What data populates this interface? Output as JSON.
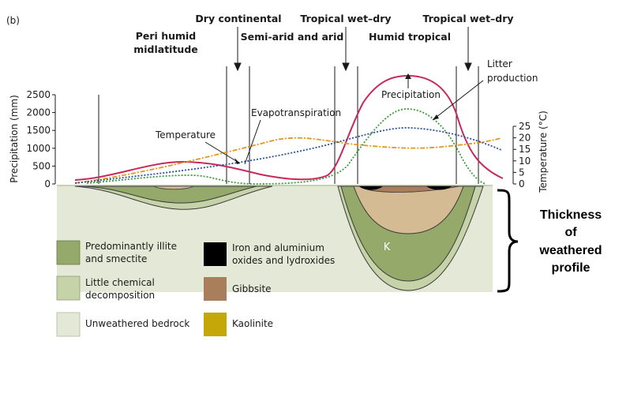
{
  "panel_label": "(b)",
  "zones": {
    "peri_humid_1": "Peri humid",
    "peri_humid_2": "midlatitude",
    "dry_continental": "Dry continental",
    "semi_arid": "Semi-arid and arid",
    "tropical_wet_dry_1": "Tropical wet–dry",
    "humid_tropical": "Humid tropical",
    "tropical_wet_dry_2": "Tropical wet–dry"
  },
  "curve_labels": {
    "temperature": "Temperature",
    "evapotranspiration": "Evapotranspiration",
    "precipitation": "Precipitation",
    "litter_1": "Litter",
    "litter_2": "production"
  },
  "axes": {
    "left_label": "Precipitation (mm)",
    "left_ticks": [
      "2500",
      "2000",
      "1500",
      "1000",
      "500",
      "0"
    ],
    "right_label": "Temperature (°C)",
    "right_ticks": [
      "25",
      "20",
      "15",
      "10",
      "5",
      "0"
    ]
  },
  "profile_letter": "K",
  "thickness_label": [
    "Thickness",
    "of",
    "weathered",
    "profile"
  ],
  "legend": {
    "illite_1": "Predominantly illite",
    "illite_2": "and smectite",
    "little_1": "Little chemical",
    "little_2": "decomposition",
    "bedrock": "Unweathered bedrock",
    "iron_1": "Iron and aluminium",
    "iron_2": "oxides and lydroxides",
    "gibbsite": "Gibbsite",
    "kaolinite": "Kaolinite"
  },
  "colors": {
    "precipitation": "#c8285a",
    "temperature": "#e8961e",
    "evapotranspiration": "#2850a0",
    "litter": "#3c9a3c",
    "illite": "#95a96a",
    "little": "#c6d2a8",
    "bedrock": "#e3e9d6",
    "iron": "#000000",
    "gibbsite": "#a97e5a",
    "gibbsite_profile": "#d5bb93",
    "kaolinite": "#c4a80a"
  }
}
